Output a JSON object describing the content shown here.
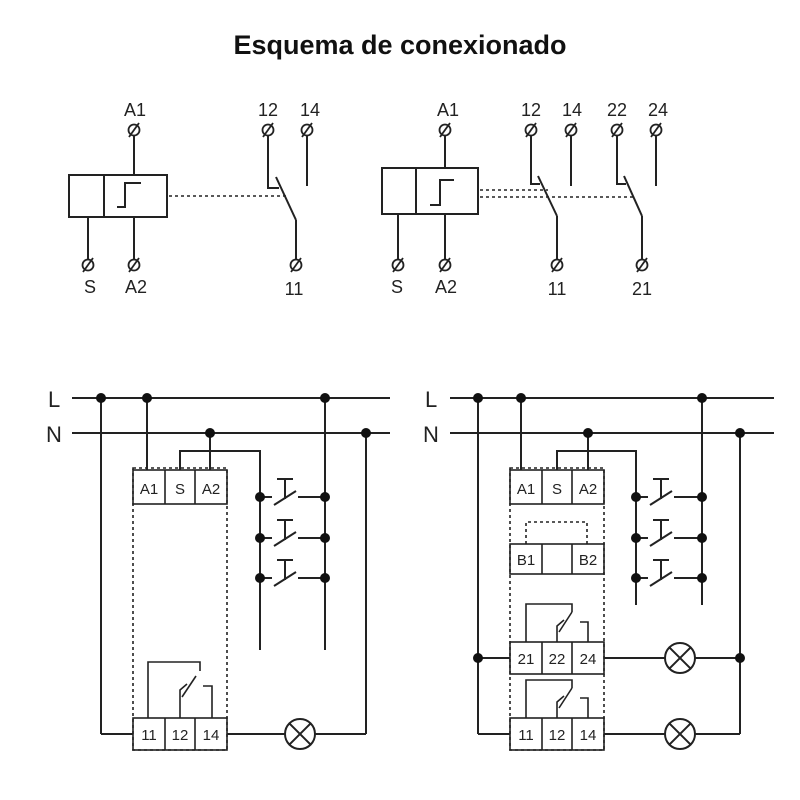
{
  "title": "Esquema de conexionado",
  "colors": {
    "line": "#222222",
    "background": "#ffffff"
  },
  "top_left": {
    "terminals": {
      "a1": "A1",
      "a2": "A2",
      "s": "S",
      "t11": "11",
      "t12": "12",
      "t14": "14"
    }
  },
  "top_right": {
    "terminals": {
      "a1": "A1",
      "a2": "A2",
      "s": "S",
      "t11": "11",
      "t12": "12",
      "t14": "14",
      "t21": "21",
      "t22": "22",
      "t24": "24"
    }
  },
  "bottom_left": {
    "bus": {
      "l": "L",
      "n": "N"
    },
    "top_terminals": [
      "A1",
      "S",
      "A2"
    ],
    "bottom_terminals": [
      "11",
      "12",
      "14"
    ]
  },
  "bottom_right": {
    "bus": {
      "l": "L",
      "n": "N"
    },
    "top_terminals": [
      "A1",
      "S",
      "A2"
    ],
    "bridge_terminals": [
      "B1",
      "B2"
    ],
    "middle_terminals": [
      "21",
      "22",
      "24"
    ],
    "bottom_terminals": [
      "11",
      "12",
      "14"
    ]
  },
  "icons": [
    "terminal-screw-icon",
    "push-button-icon",
    "lamp-icon",
    "relay-coil-icon",
    "changeover-contact-icon"
  ]
}
